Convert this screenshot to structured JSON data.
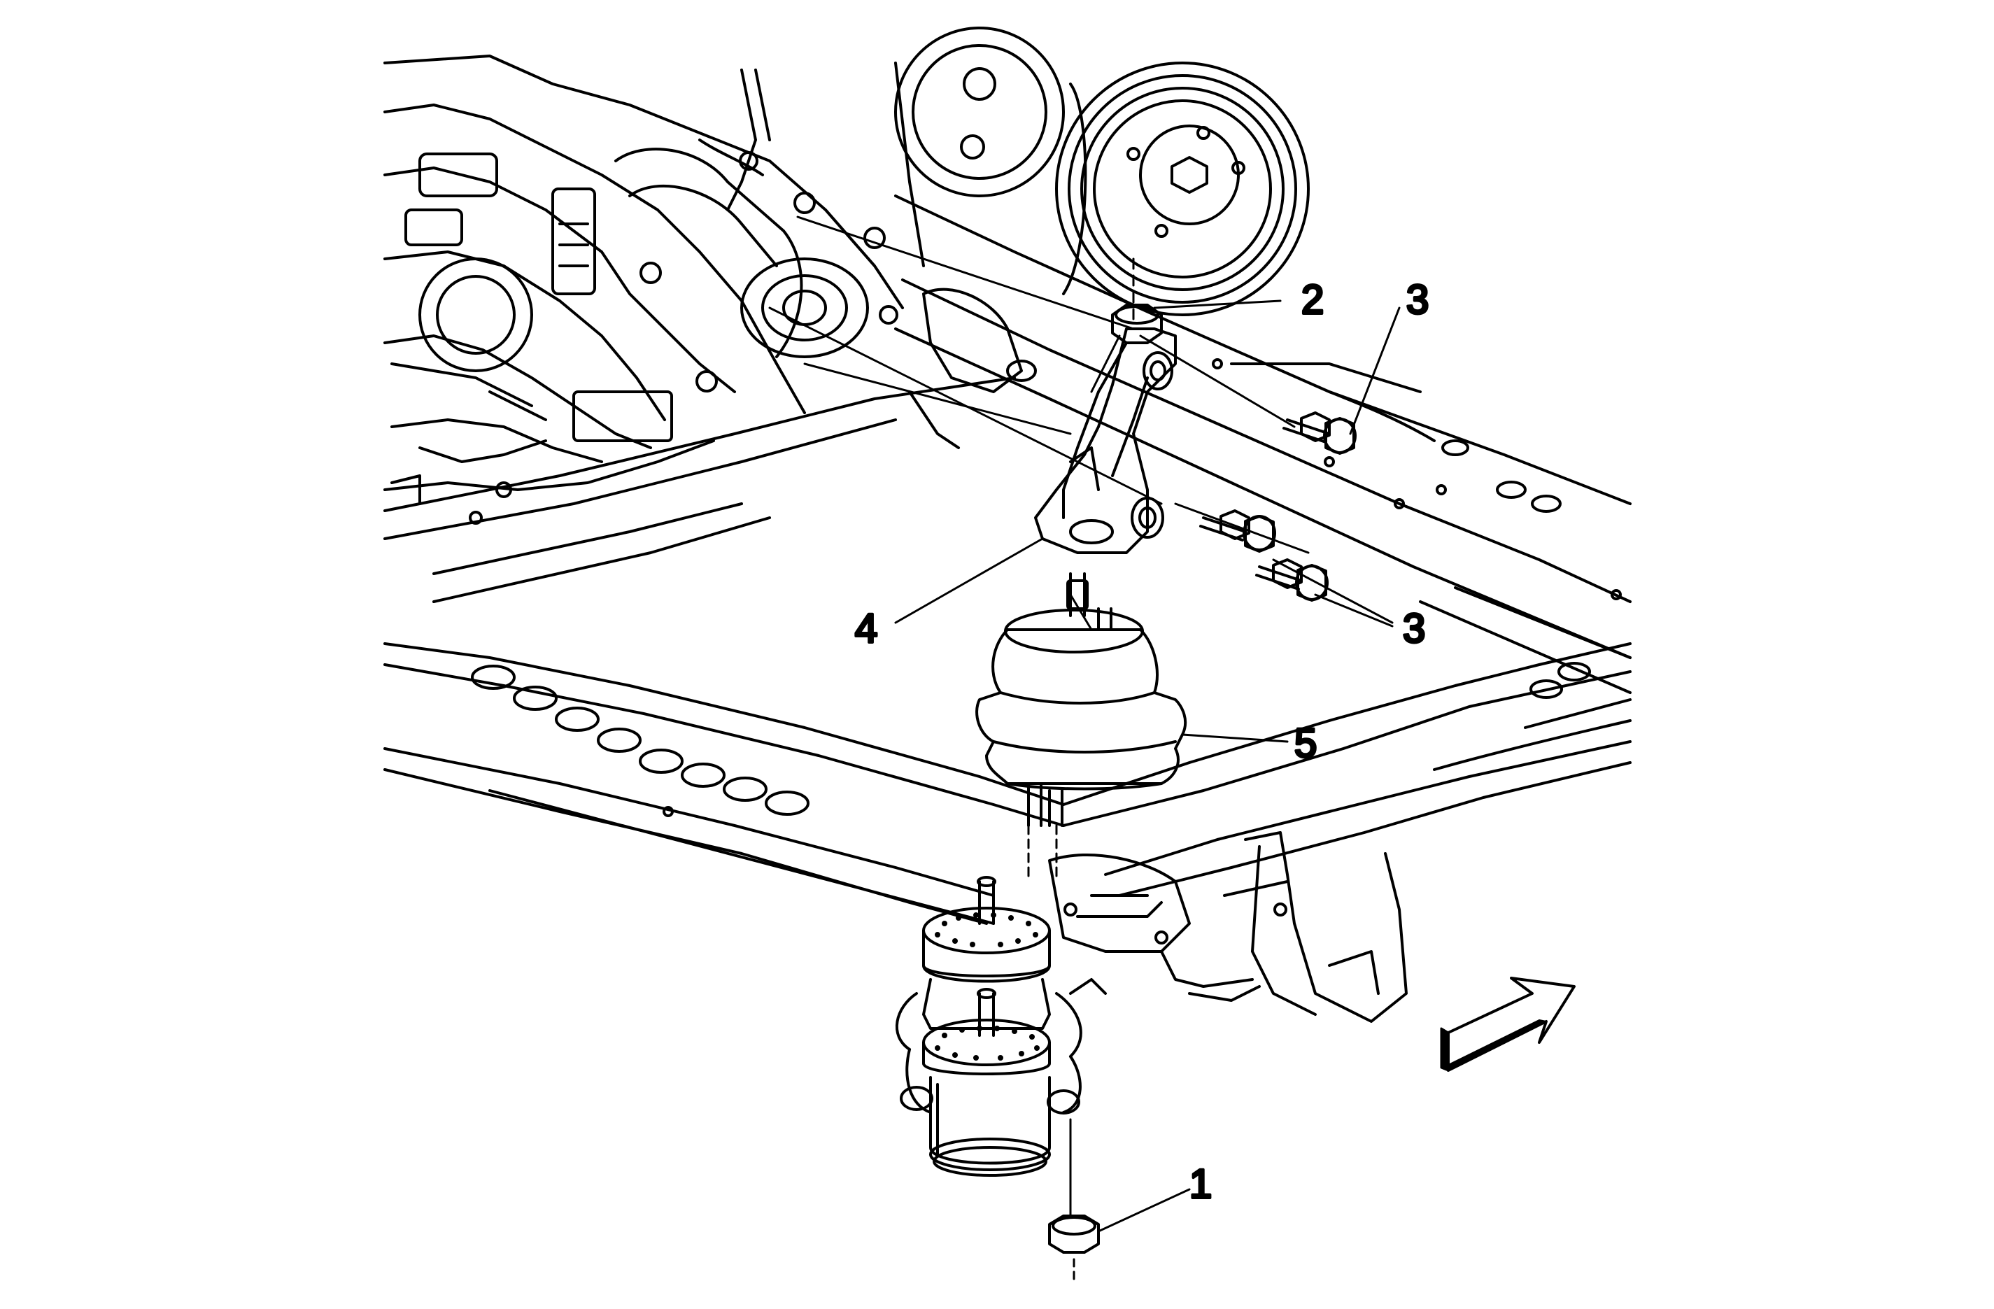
{
  "callouts": [
    {
      "id": "1",
      "text": "1"
    },
    {
      "id": "2",
      "text": "2"
    },
    {
      "id": "3a",
      "text": "3"
    },
    {
      "id": "3b",
      "text": "3"
    },
    {
      "id": "4",
      "text": "4"
    },
    {
      "id": "5",
      "text": "5"
    }
  ],
  "direction_arrow": {
    "icon": "front-direction-arrow-icon"
  },
  "colors": {
    "line": "#000000",
    "background": "#ffffff"
  }
}
